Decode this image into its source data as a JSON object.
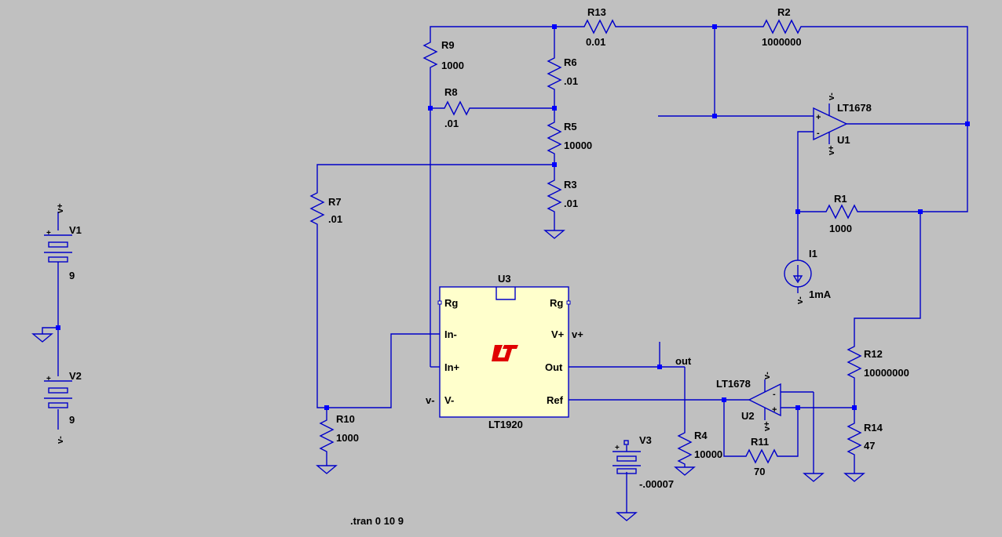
{
  "resistors": {
    "R13": {
      "name": "R13",
      "value": "0.01"
    },
    "R2": {
      "name": "R2",
      "value": "1000000"
    },
    "R9": {
      "name": "R9",
      "value": "1000"
    },
    "R6": {
      "name": "R6",
      "value": ".01"
    },
    "R8": {
      "name": "R8",
      "value": ".01"
    },
    "R5": {
      "name": "R5",
      "value": "10000"
    },
    "R3": {
      "name": "R3",
      "value": ".01"
    },
    "R7": {
      "name": "R7",
      "value": ".01"
    },
    "R1": {
      "name": "R1",
      "value": "1000"
    },
    "R12": {
      "name": "R12",
      "value": "10000000"
    },
    "R14": {
      "name": "R14",
      "value": "47"
    },
    "R10": {
      "name": "R10",
      "value": "1000"
    },
    "R4": {
      "name": "R4",
      "value": "10000"
    },
    "R11": {
      "name": "R11",
      "value": "70"
    }
  },
  "sources": {
    "V1": {
      "name": "V1",
      "value": "9",
      "net": "v+"
    },
    "V2": {
      "name": "V2",
      "value": "9",
      "net": "v-"
    },
    "V3": {
      "name": "V3",
      "value": "-.00007"
    },
    "I1": {
      "name": "I1",
      "value": "1mA",
      "net": "v-"
    }
  },
  "opamps": {
    "U1": {
      "ref": "U1",
      "part": "LT1678",
      "vpos": "v+",
      "vneg": "v-"
    },
    "U2": {
      "ref": "U2",
      "part": "LT1678",
      "vpos": "v+",
      "vneg": "v-"
    }
  },
  "inamp": {
    "ref": "U3",
    "part": "LT1920",
    "pins": {
      "rg_left": "Rg",
      "rg_right": "Rg",
      "in_minus": "In-",
      "in_plus": "In+",
      "vpos": "V+",
      "out": "Out",
      "vneg": "V-",
      "ref": "Ref"
    },
    "vpos_net": "v+",
    "vneg_net": "v-"
  },
  "net_labels": {
    "out": "out"
  },
  "directive": ".tran 0 10 9"
}
